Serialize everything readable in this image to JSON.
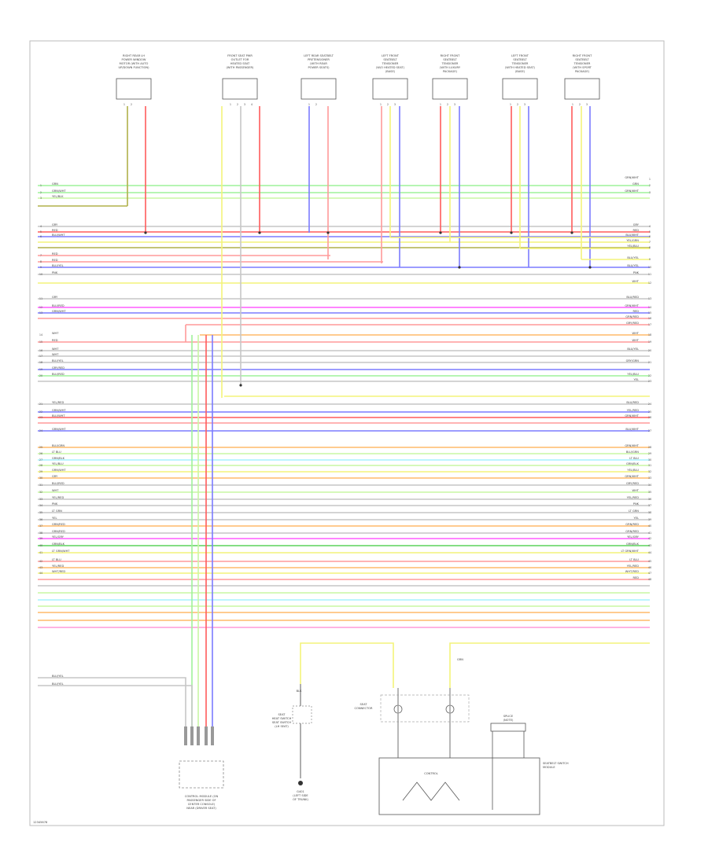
{
  "footer_code": "12345678",
  "connectors": [
    {
      "id": "c1",
      "lines": [
        "RIGHT REAR LH",
        "POWER WINDOW",
        "MOTOR (WITH AUTO",
        "UP/DOWN FUNCTION)"
      ],
      "pins": [
        "1",
        "2"
      ]
    },
    {
      "id": "c2",
      "lines": [
        "FRONT SEAT PWR",
        "OUTLET FOR",
        "HEATED SEAT",
        "(WITH PASSENGER)"
      ],
      "pins": [
        "1",
        "2",
        "3",
        "4"
      ]
    },
    {
      "id": "c3",
      "lines": [
        "LEFT REAR SEATBELT",
        "PRETENSIONER",
        "(WITH REAR",
        "POWER SEATS)"
      ],
      "pins": [
        "1",
        "2"
      ]
    },
    {
      "id": "c4",
      "lines": [
        "LEFT FRONT",
        "SEATBELT",
        "TENSIONER",
        "(W/O HEATED SEAT)",
        "(BASE)"
      ],
      "pins": [
        "1",
        "2",
        "3"
      ]
    },
    {
      "id": "c5",
      "lines": [
        "RIGHT FRONT",
        "SEATBELT",
        "TENSIONER",
        "(WITH LUXURY",
        "PACKAGE)"
      ],
      "pins": [
        "1",
        "2",
        "3"
      ]
    },
    {
      "id": "c6",
      "lines": [
        "LEFT FRONT",
        "SEATBELT",
        "TENSIONER",
        "(WITH HEATED SEAT)",
        "(BASE)"
      ],
      "pins": [
        "1",
        "2",
        "3"
      ]
    },
    {
      "id": "c7",
      "lines": [
        "RIGHT FRONT",
        "SEATBELT",
        "TENSIONER",
        "(WITH SPORT",
        "PACKAGE)"
      ],
      "pins": [
        "1",
        "2",
        "3"
      ]
    }
  ],
  "left_labels": [
    "GRN",
    "GRN/WHT",
    "YEL/BLK",
    "GRY",
    "RED",
    "BLU/WHT",
    "RED",
    "RED",
    "BLU/YEL",
    "PNK",
    "GRY",
    "BLU/RED",
    "GRN/WHT",
    "WHT",
    "RED",
    "WHT",
    "WHT",
    "BLU/YEL",
    "GRY/RED",
    "BLU/RED",
    "YEL/RED",
    "GRN/WHT",
    "BLU/WHT",
    "GRN/WHT",
    "BLU/GRN",
    "LT BLU",
    "GRN/BLK",
    "YEL/BLU",
    "GRN/WHT",
    "GRY",
    "BLU/RED",
    "WHT",
    "YEL/RED",
    "PNK",
    "LT GRN",
    "YEL",
    "GRN/RED",
    "GRN/RED",
    "YEL/GRY",
    "GRN/BLK",
    "LT GRN/WHT",
    "LT BLU",
    "YEL/RED",
    "WHT/RED"
  ],
  "right_labels": [
    "GRN/WHT",
    "GRN",
    "GRN/WHT",
    "GRY",
    "RED",
    "BLU/WHT",
    "YEL/GRN",
    "YEL/BLU",
    "BLU/YEL",
    "BLU/YEL",
    "PNK",
    "WHT",
    "BLU/RED",
    "GRN/WHT",
    "RED",
    "GRN/RED",
    "GRY/RED",
    "WHT",
    "WHT",
    "BLU/YEL",
    "GRY/GRN",
    "YEL/BLU",
    "YEL",
    "BLU/RED",
    "YEL/RED",
    "GRN/WHT",
    "BLU/WHT",
    "GRN/WHT",
    "BLU/GRN",
    "LT BLU",
    "GRN/BLK",
    "YEL/BLU",
    "GRN/WHT",
    "GRY/RED",
    "WHT",
    "YEL/RED",
    "PNK",
    "LT GRN",
    "YEL",
    "GRN/RED",
    "GRN/RED",
    "YEL/GRY",
    "GRN/BLK",
    "LT GRN/WHT",
    "LT BLU",
    "YEL/RED",
    "WHT/RED",
    "RED"
  ],
  "bottom_left_labels": [
    "BLU/YEL",
    "BLU/YEL"
  ],
  "ecu_label": [
    "CONTROL MODULE (ON",
    "PASSENGER SIDE OF",
    "CENTER CONSOLE)",
    "NEAR (DRIVER SEAT)"
  ],
  "ground_label": [
    "G401",
    "(LEFT SIDE",
    "OF TRUNK)"
  ],
  "left_switch_label": [
    "SEAT",
    "HEAT SWITCH",
    "SEAT SWITCH",
    "(LH SEAT)"
  ],
  "connector_label": [
    "SEAT",
    "CONNECTOR"
  ],
  "module_label": [
    "SEATBELT SWITCH",
    "MODULE"
  ],
  "module_inner_label": "CONTROL",
  "resistor_label": [
    "SPLICE",
    "(NOTE)"
  ],
  "wire_tag_right": "GRN",
  "wire_tag_gnd": "BLK"
}
